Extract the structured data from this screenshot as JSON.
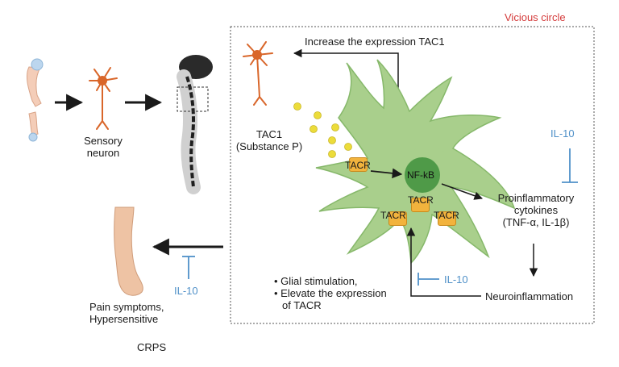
{
  "labels": {
    "vicious_circle": "Vicious circle",
    "increase_expression": "Increase the expression TAC1",
    "sensory_neuron_line1": "Sensory",
    "sensory_neuron_line2": "neuron",
    "tac1_line1": "TAC1",
    "tac1_line2": "(Substance P)",
    "tacr_top": "TACR",
    "tacr_mid": "TACR",
    "tacr_left": "TACR",
    "tacr_right": "TACR",
    "nfkb": "NF-kB",
    "il10_right": "IL-10",
    "il10_center": "IL-10",
    "il10_left": "IL-10",
    "proinflammatory_line1": "Proinflammatory",
    "proinflammatory_line2": "cytokines",
    "proinflammatory_line3": "(TNF-α, IL-1β)",
    "neuroinflammation": "Neuroinflammation",
    "bullet1": "• Glial stimulation,",
    "bullet2": "• Elevate the expression",
    "bullet3": "of TACR",
    "pain_line1": "Pain symptoms,",
    "pain_line2": "Hypersensitive",
    "crps": "CRPS"
  },
  "colors": {
    "glia_fill": "#a9cf8c",
    "glia_stroke": "#86b86a",
    "nucleus": "#4f9a48",
    "tacr_fill": "#f2b33d",
    "substance_p": "#ecdc3a",
    "neuron": "#d9662a",
    "inhibit_blue": "#4f90c8",
    "title_red": "#d43a3a"
  }
}
